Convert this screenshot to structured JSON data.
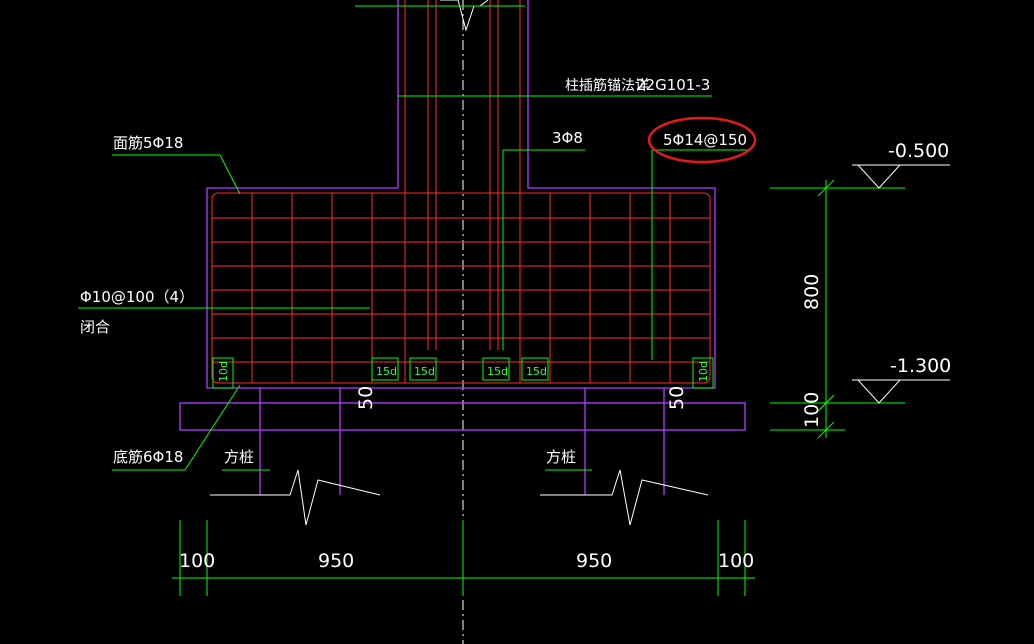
{
  "colors": {
    "background": "#000000",
    "rebar": "#ff2a2a",
    "outline": "#b23cff",
    "dimension": "#00ff00",
    "text": "#ffffff",
    "highlight_circle": "#e11b1b"
  },
  "labels": {
    "column_rebar_anchor": "柱插筋锚法详",
    "atlas_ref": "22G101-3",
    "top_rebar": "面筋5Φ18",
    "column_ties": "3Φ8",
    "side_rebar": "5Φ14@150",
    "stirrup": "Φ10@100（4）",
    "stirrup_closed": "闭合",
    "bottom_rebar": "底筋6Φ18",
    "pile_left": "方桩",
    "pile_right": "方桩"
  },
  "elevations": {
    "top": "-0.500",
    "bottom": "-1.300"
  },
  "dims": {
    "height": "800",
    "cushion": "100",
    "cover_left": "100",
    "span_left": "950",
    "span_right": "950",
    "cover_right": "100",
    "anchor_10d_left": "10d",
    "anchor_10d_right": "10d",
    "anchor_15d_1": "15d",
    "anchor_15d_2": "15d",
    "anchor_15d_3": "15d",
    "anchor_15d_4": "15d",
    "pile_embed_left": "50",
    "pile_embed_right": "50"
  }
}
